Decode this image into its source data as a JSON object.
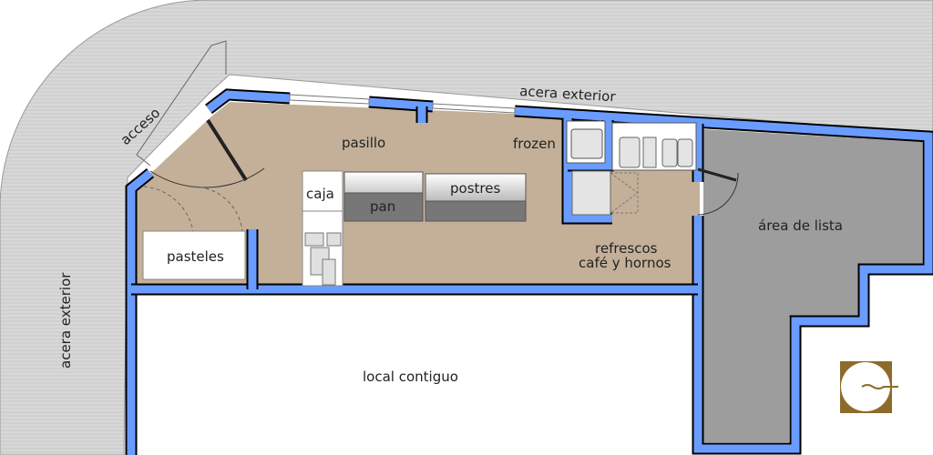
{
  "title": "Plano de local",
  "labels": {
    "access": "acceso",
    "sidewalk_top": "acera exterior",
    "sidewalk_left": "acera exterior",
    "hallway": "pasillo",
    "frozen": "frozen",
    "register": "caja",
    "bread": "pan",
    "desserts": "postres",
    "cakes": "pasteles",
    "drinks_line1": "refrescos",
    "drinks_line2": "café y hornos",
    "ready_area": "área de lista",
    "adjacent": "local contiguo"
  },
  "colors": {
    "wall": "#6a9cff",
    "floor": "#c4b098",
    "ready_floor": "#9c9d9c",
    "sidewalk": "#d6d6d6",
    "logo": "#8e6b2a"
  }
}
